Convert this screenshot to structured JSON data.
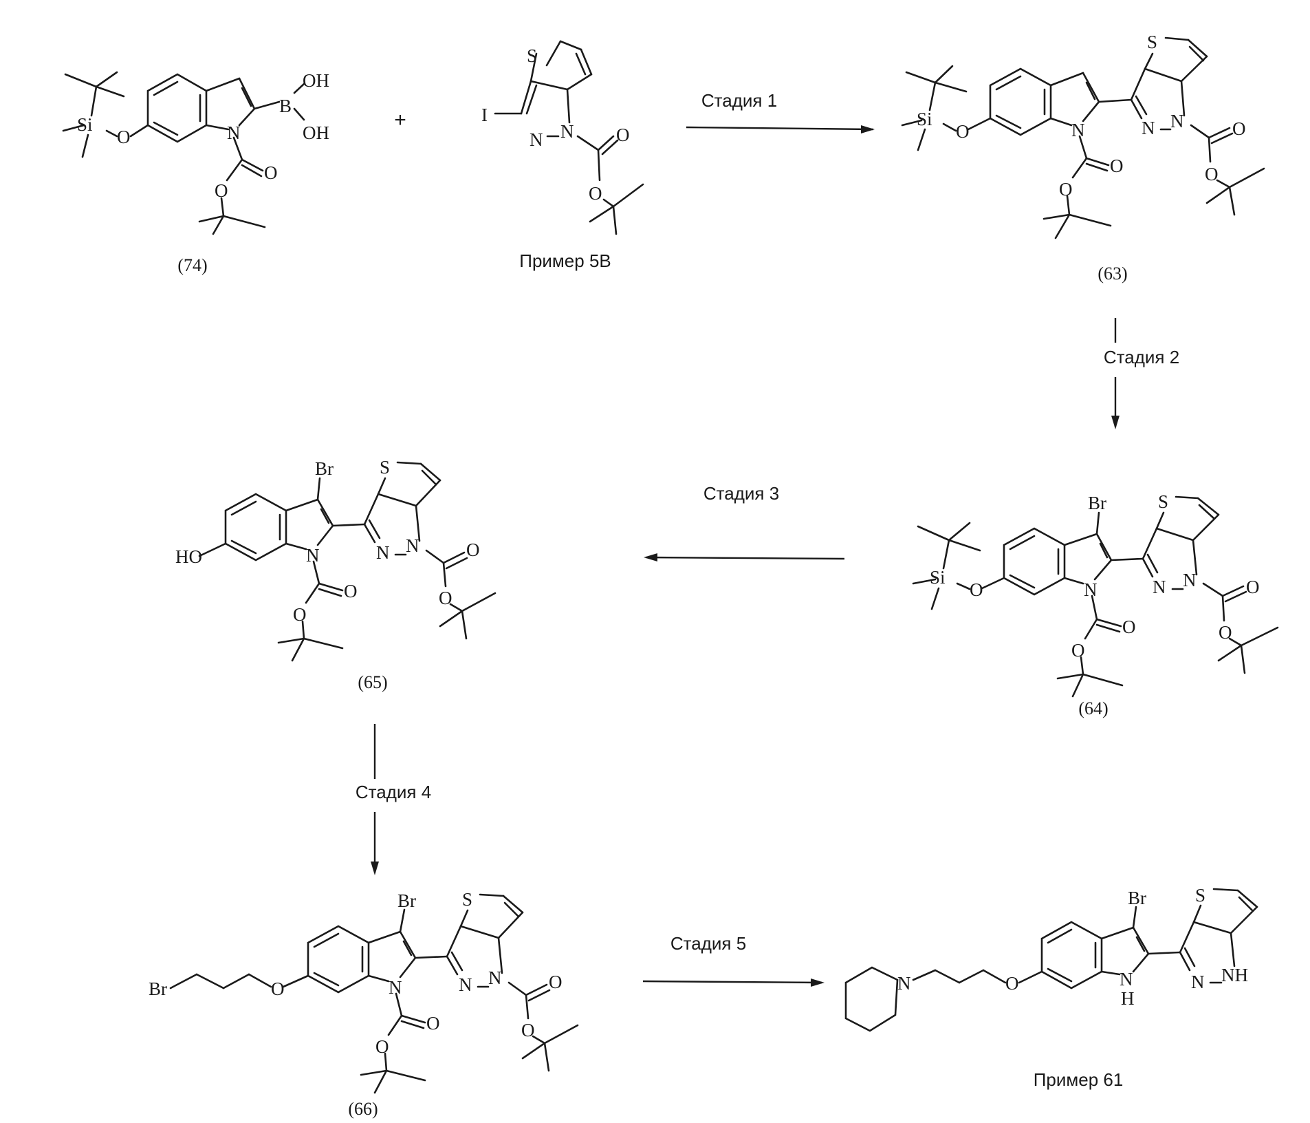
{
  "compounds": {
    "c74": {
      "label": "(74)"
    },
    "ex5b": {
      "label": "Пример 5В"
    },
    "c63": {
      "label": "(63)"
    },
    "c64": {
      "label": "(64)"
    },
    "c65": {
      "label": "(65)"
    },
    "c66": {
      "label": "(66)"
    },
    "ex61": {
      "label": "Пример 61"
    }
  },
  "steps": {
    "s1": "Стадия 1",
    "s2": "Стадия 2",
    "s3": "Стадия 3",
    "s4": "Стадия 4",
    "s5": "Стадия 5"
  },
  "plus": "+",
  "atoms": {
    "si": "Si",
    "o": "O",
    "oh": "OH",
    "ho": "HO",
    "b": "B",
    "n": "N",
    "nh": "NH",
    "h": "H",
    "s": "S",
    "i": "I",
    "br": "Br",
    "eq_o": "O"
  }
}
